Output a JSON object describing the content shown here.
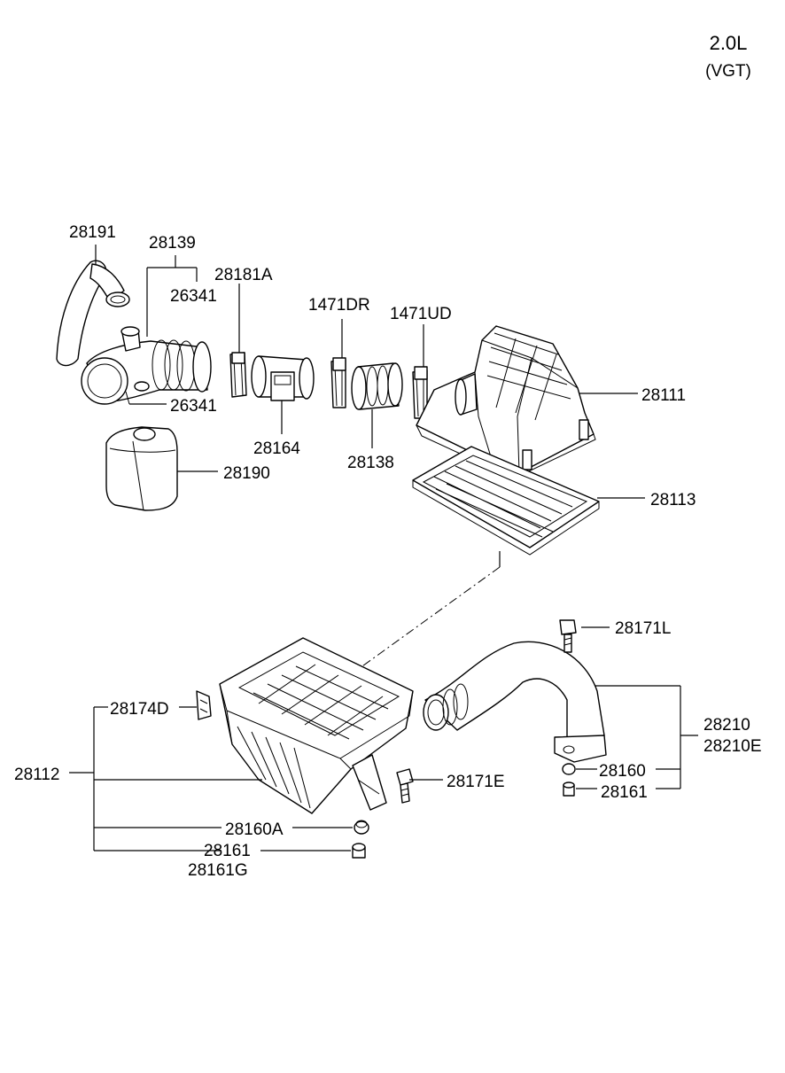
{
  "header": {
    "engine": "2.0L",
    "variant": "(VGT)"
  },
  "labels": {
    "p28191": "28191",
    "p28139": "28139",
    "p26341_top": "26341",
    "p26341_bot": "26341",
    "p28181A": "28181A",
    "p1471DR": "1471DR",
    "p1471UD": "1471UD",
    "p28111": "28111",
    "p28164": "28164",
    "p28138": "28138",
    "p28190": "28190",
    "p28113": "28113",
    "p28171L": "28171L",
    "p28174D": "28174D",
    "p28112": "28112",
    "p28210": "28210",
    "p28210E": "28210E",
    "p28160": "28160",
    "p28161_right": "28161",
    "p28171E": "28171E",
    "p28160A": "28160A",
    "p28161_left": "28161",
    "p28161G": "28161G"
  }
}
